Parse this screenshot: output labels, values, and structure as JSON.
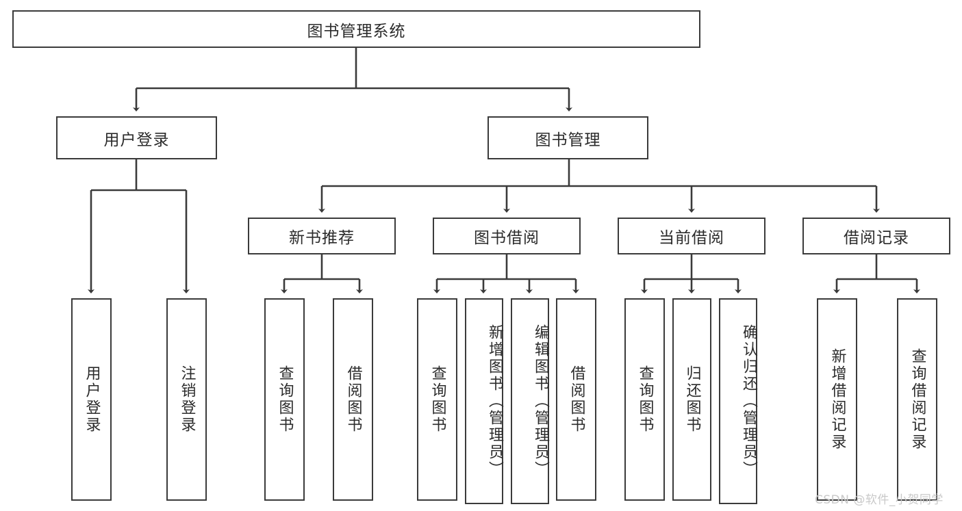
{
  "diagram": {
    "title": "图书管理系统",
    "type": "hierarchy-tree",
    "accent_color": "#3a3a3a",
    "background_color": "#ffffff",
    "levels": {
      "root": {
        "label": "图书管理系统"
      },
      "level2": [
        {
          "label": "用户登录"
        },
        {
          "label": "图书管理"
        }
      ],
      "level3": [
        {
          "label": "新书推荐"
        },
        {
          "label": "图书借阅"
        },
        {
          "label": "当前借阅"
        },
        {
          "label": "借阅记录"
        }
      ],
      "leaves": {
        "user_login": [
          {
            "label": "用户登录"
          },
          {
            "label": "注销登录"
          }
        ],
        "new_book_recommend": [
          {
            "label": "查询图书"
          },
          {
            "label": "借阅图书"
          }
        ],
        "book_borrow": [
          {
            "label": "查询图书"
          },
          {
            "label": "新增图书（管理员）"
          },
          {
            "label": "编辑图书（管理员）"
          },
          {
            "label": "借阅图书"
          }
        ],
        "current_borrow": [
          {
            "label": "查询图书"
          },
          {
            "label": "归还图书"
          },
          {
            "label": "确认归还（管理员）"
          }
        ],
        "borrow_record": [
          {
            "label": "新增借阅记录"
          },
          {
            "label": "查询借阅记录"
          }
        ]
      }
    }
  },
  "watermark": {
    "text": "CSDN @软件_小贺同学"
  }
}
